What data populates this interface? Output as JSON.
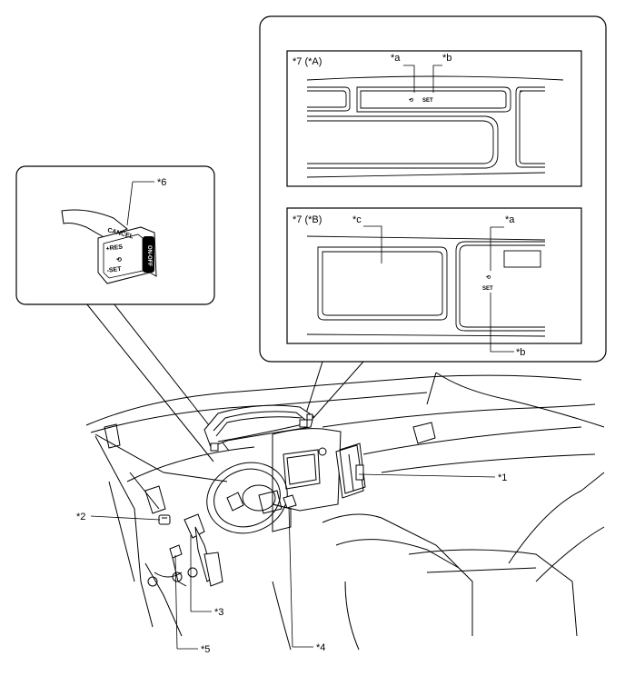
{
  "labels": {
    "l1": "*1",
    "l2": "*2",
    "l3": "*3",
    "l4": "*4",
    "l5": "*5",
    "l6": "*6",
    "view_a_title": "*7 (*A)",
    "view_b_title": "*7 (*B)",
    "la_top_a": "*a",
    "lb_top_a": "*b",
    "la_b": "*a",
    "lb_b": "*b",
    "lc_b": "*c"
  },
  "switch_text": {
    "cancel": "CANCEL",
    "res": "+RES",
    "set": "-SET",
    "onoff": "ON-OFF"
  },
  "indicator_text": {
    "set_a": "SET",
    "set_b": "SET"
  }
}
